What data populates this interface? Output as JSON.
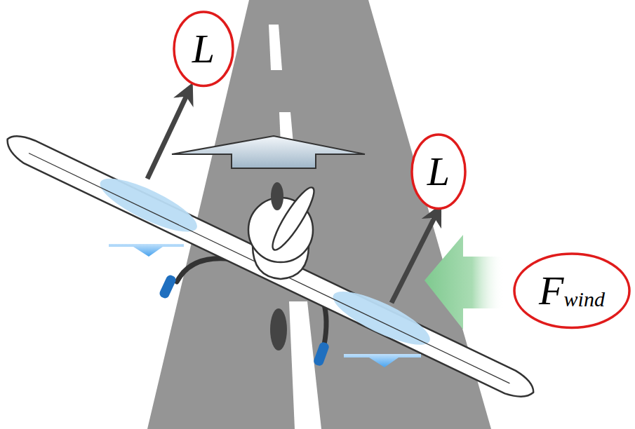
{
  "diagram": {
    "nodes": [
      {
        "text": [
          "L"
        ]
      },
      {
        "text": [
          "L"
        ]
      },
      {
        "text": [
          "F",
          "wind"
        ]
      }
    ]
  }
}
